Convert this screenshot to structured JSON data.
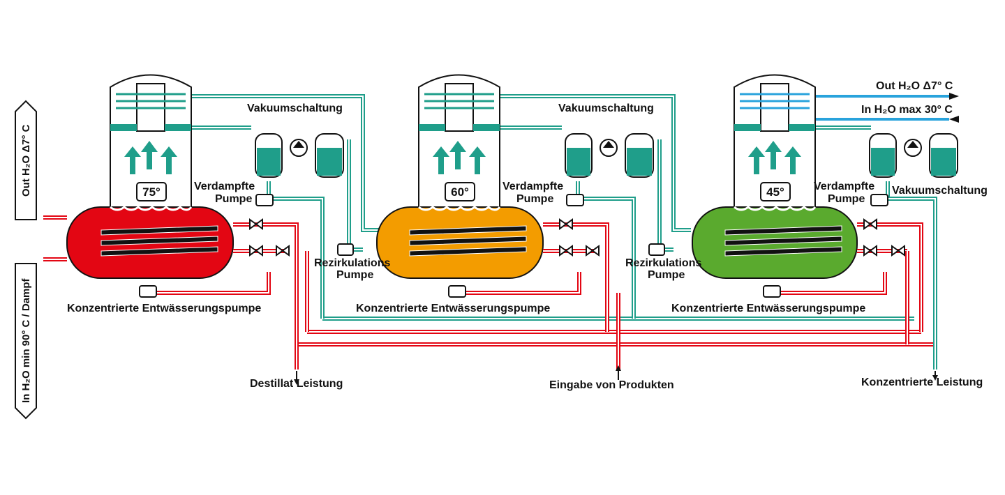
{
  "colors": {
    "hot": "#e30613",
    "warm": "#f39c00",
    "cool": "#5aaa2e",
    "teal": "#1f9e8a",
    "cooling_water": "#29a3dc"
  },
  "side_labels": {
    "left_top": "Out H₂O Δ7° C",
    "left_bottom": "In H₂O min 90° C / Dampf"
  },
  "stages": [
    {
      "temp": "75°",
      "vacuum": "Vakuumschaltung",
      "steam_pump": "Verdampfte\nPumpe",
      "concentrate_pump": "Konzentrierte Entwässerungspumpe"
    },
    {
      "temp": "60°",
      "vacuum": "Vakuumschaltung",
      "steam_pump": "Verdampfte\nPumpe",
      "concentrate_pump": "Konzentrierte Entwässerungspumpe"
    },
    {
      "temp": "45°",
      "vacuum": "Vakuumschaltung",
      "steam_pump": "Verdampfte\nPumpe",
      "concentrate_pump": "Konzentrierte Entwässerungspumpe"
    }
  ],
  "recirculation_pump": "Rezirkulations\nPumpe",
  "cooling_labels": {
    "out": "Out H₂O Δ7° C",
    "in": "In H₂O max 30° C"
  },
  "outputs": {
    "distillate": "Destillat Leistung",
    "product_input": "Eingabe von Produkten",
    "concentrate": "Konzentrierte Leistung"
  }
}
